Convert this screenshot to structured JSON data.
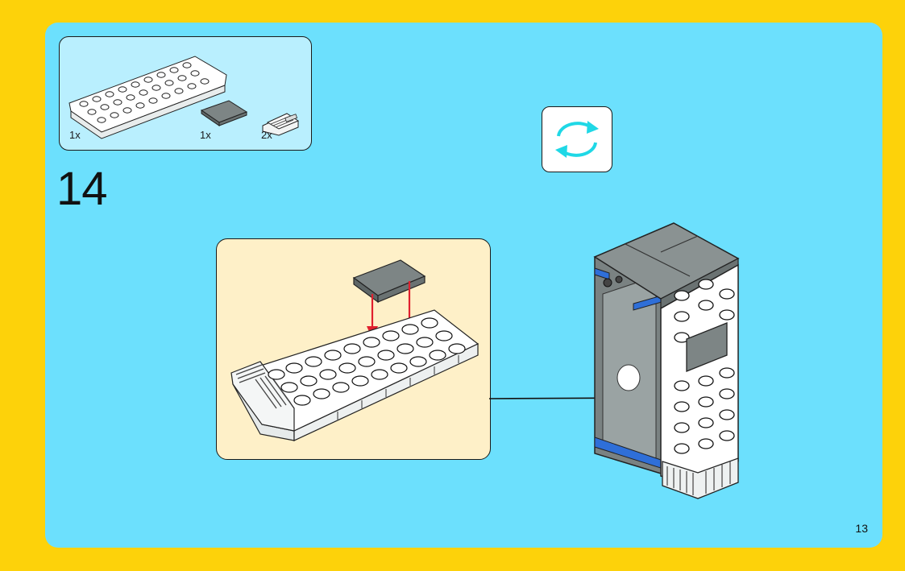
{
  "parts_list": {
    "items": [
      {
        "icon": "white-wedge-plate-icon",
        "qty": "1x"
      },
      {
        "icon": "gray-tile-2x2-icon",
        "qty": "1x"
      },
      {
        "icon": "white-slope-grille-icon",
        "qty": "2x"
      }
    ]
  },
  "step": {
    "number": "14"
  },
  "rotate": {
    "icon": "rotate-model-icon"
  },
  "page": {
    "number": "13"
  },
  "colors": {
    "frame": "#FDD20A",
    "background": "#6CE0FD",
    "parts_box": "#B9EFFE",
    "callout": "#FEF0C8",
    "arrow_red": "#E0202E",
    "rotate_arrows": "#1FD8E6",
    "tile_gray": "#7D8585",
    "accent_blue": "#2F6FD8"
  }
}
